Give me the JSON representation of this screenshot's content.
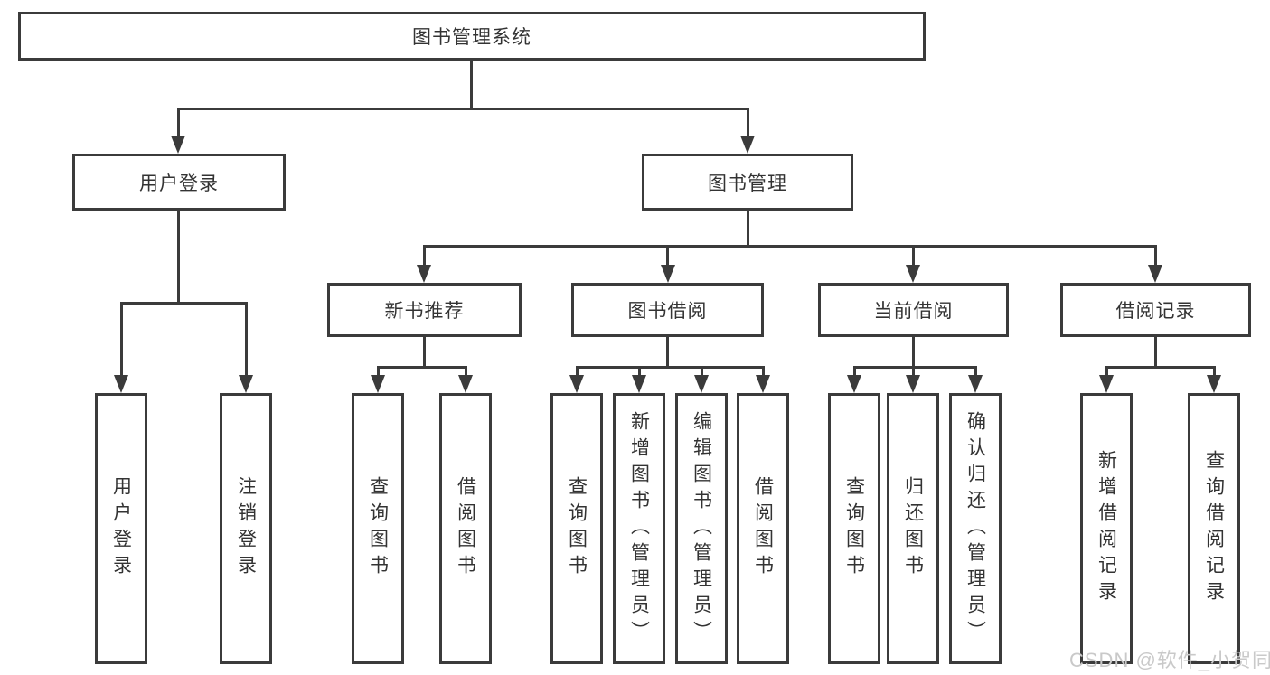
{
  "diagram": {
    "type": "hierarchy-tree",
    "orientation": "top-down"
  },
  "colors": {
    "line": "#3b3b3b",
    "text": "#333333",
    "background": "#ffffff",
    "watermark": "#c9c9c9"
  },
  "nodes": {
    "root": {
      "label": "图书管理系统"
    },
    "user_login": {
      "label": "用户登录"
    },
    "book_mgmt": {
      "label": "图书管理"
    },
    "new_book_rec": {
      "label": "新书推荐"
    },
    "book_borrow": {
      "label": "图书借阅"
    },
    "current_borrow": {
      "label": "当前借阅"
    },
    "borrow_records": {
      "label": "借阅记录"
    },
    "leaf_user_login": {
      "label": "用户登录"
    },
    "leaf_logout": {
      "label": "注销登录"
    },
    "leaf_query_book_1": {
      "label": "查询图书"
    },
    "leaf_borrow_book_1": {
      "label": "借阅图书"
    },
    "leaf_query_book_2": {
      "label": "查询图书"
    },
    "leaf_add_book": {
      "label": "新增图书（管理员）"
    },
    "leaf_edit_book": {
      "label": "编辑图书（管理员）"
    },
    "leaf_borrow_book_2": {
      "label": "借阅图书"
    },
    "leaf_query_book_3": {
      "label": "查询图书"
    },
    "leaf_return_book": {
      "label": "归还图书"
    },
    "leaf_confirm_return": {
      "label": "确认归还（管理员）"
    },
    "leaf_add_borrow_rec": {
      "label": "新增借阅记录"
    },
    "leaf_query_borrow_rec": {
      "label": "查询借阅记录"
    }
  },
  "hierarchy": {
    "图书管理系统": [
      "用户登录",
      "图书管理"
    ],
    "用户登录": [
      "用户登录",
      "注销登录"
    ],
    "图书管理": [
      "新书推荐",
      "图书借阅",
      "当前借阅",
      "借阅记录"
    ],
    "新书推荐": [
      "查询图书",
      "借阅图书"
    ],
    "图书借阅": [
      "查询图书",
      "新增图书（管理员）",
      "编辑图书（管理员）",
      "借阅图书"
    ],
    "当前借阅": [
      "查询图书",
      "归还图书",
      "确认归还（管理员）"
    ],
    "借阅记录": [
      "新增借阅记录",
      "查询借阅记录"
    ]
  },
  "watermark": {
    "text": "CSDN @软件_小贺同学"
  }
}
